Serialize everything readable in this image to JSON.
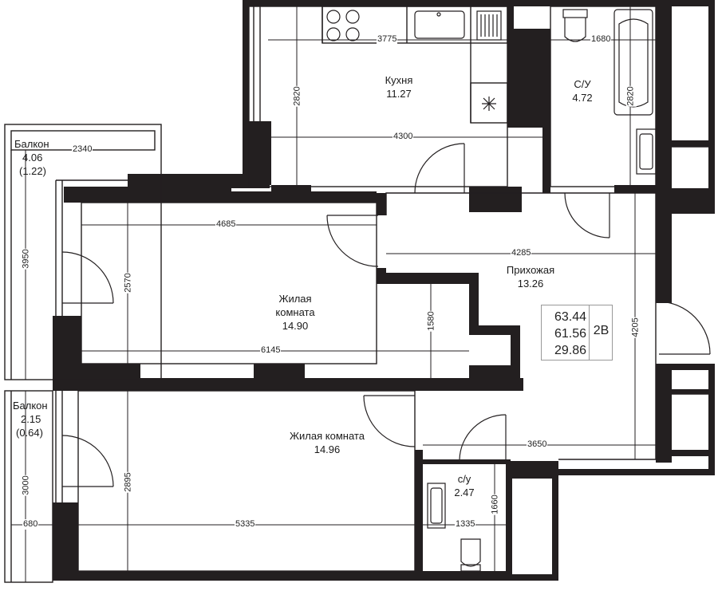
{
  "rooms": {
    "kitchen": {
      "name": "Кухня",
      "area": "11.27"
    },
    "bathroom": {
      "name": "С/У",
      "area": "4.72"
    },
    "balcony_top": {
      "name": "Балкон",
      "area": "4.06",
      "area_reduced": "(1.22)"
    },
    "hallway": {
      "name": "Прихожая",
      "area": "13.26"
    },
    "living_room_1": {
      "name_line1": "Жилая",
      "name_line2": "комната",
      "area": "14.90"
    },
    "living_room_2": {
      "name": "Жилая комната",
      "area": "14.96"
    },
    "balcony_bottom": {
      "name": "Балкон",
      "area": "2.15",
      "area_reduced": "(0.64)"
    },
    "wc": {
      "name": "с/у",
      "area": "2.47"
    }
  },
  "summary": {
    "total_area": "63.44",
    "living_area_total": "61.56",
    "living_area": "29.86",
    "apartment_type": "2В"
  },
  "dimensions": {
    "kitchen_width_top": "3775",
    "kitchen_height": "2820",
    "kitchen_width": "4300",
    "bath_width": "1680",
    "bath_height": "2820",
    "balcony_top_width": "2340",
    "balcony_top_height": "3950",
    "room1_width_top": "4685",
    "room1_height": "2570",
    "room1_depth_right": "1580",
    "room1_width_bottom": "6145",
    "hallway_width": "4285",
    "hallway_height": "4205",
    "hallway_width_bottom": "3650",
    "room2_height": "2895",
    "room2_width": "5335",
    "balcony_bottom_height": "3000",
    "balcony_bottom_width": "680",
    "wc_width": "1335",
    "wc_height": "1660"
  }
}
